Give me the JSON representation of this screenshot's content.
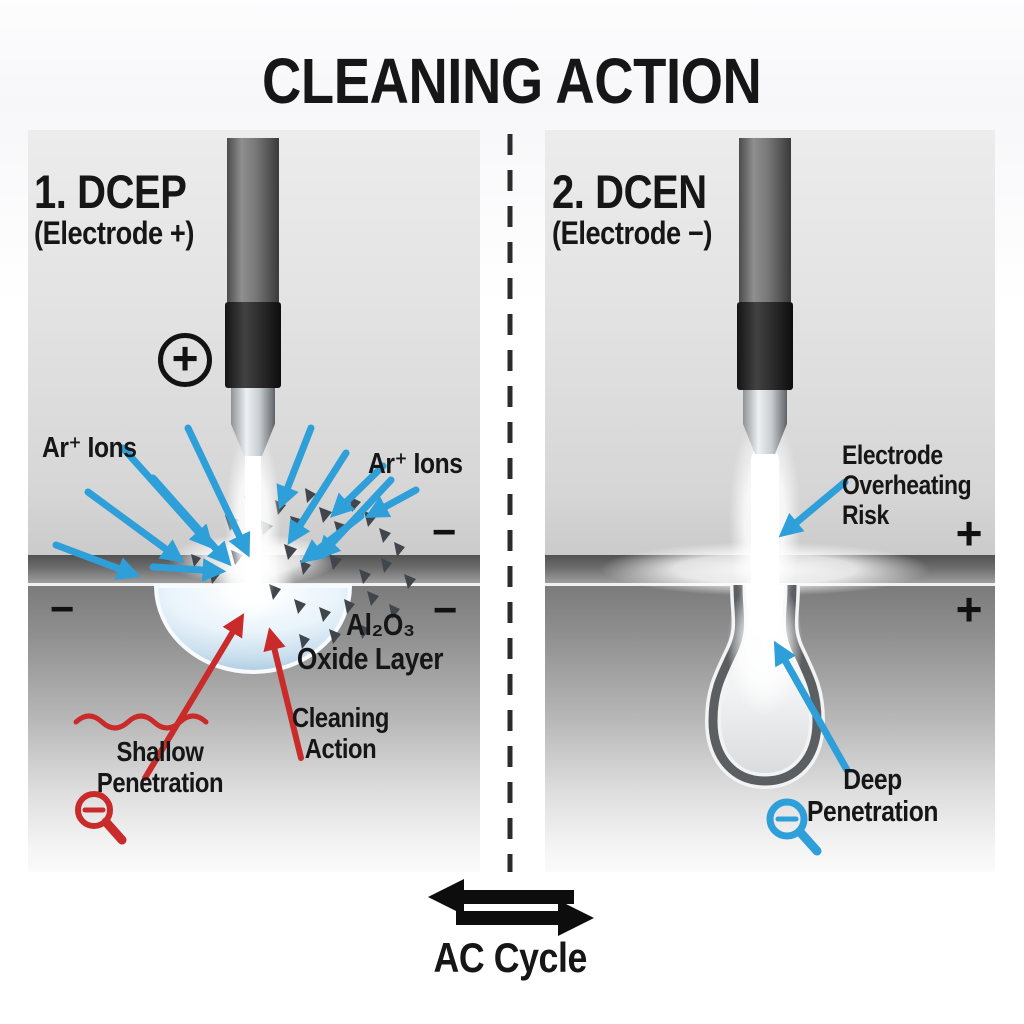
{
  "title": "CLEANING ACTION",
  "left": {
    "heading": "1. DCEP",
    "subheading": "(Electrode +)",
    "electrode_polarity": "+",
    "ar_ions": "Ar⁺ Ions",
    "minus": "−",
    "oxide_formula": "Al₂O₃",
    "oxide_label": "Oxide Layer",
    "cleaning_action": "Cleaning Action",
    "shallow_penetration": "Shallow Penetration"
  },
  "right": {
    "heading": "2. DCEN",
    "subheading": "(Electrode −)",
    "plus": "+",
    "overheating_risk": "Electrode Overheating Risk",
    "deep_penetration": "Deep Penetration"
  },
  "footer": {
    "ac_cycle": "AC Cycle"
  },
  "icons": {
    "left_magnifier": "magnifier-minus-red",
    "right_magnifier": "magnifier-minus-blue",
    "polarity_badge": "circled-plus"
  },
  "colors": {
    "ion_blue": "#2E9FD8",
    "action_red": "#C92B2B",
    "ink": "#141414"
  }
}
